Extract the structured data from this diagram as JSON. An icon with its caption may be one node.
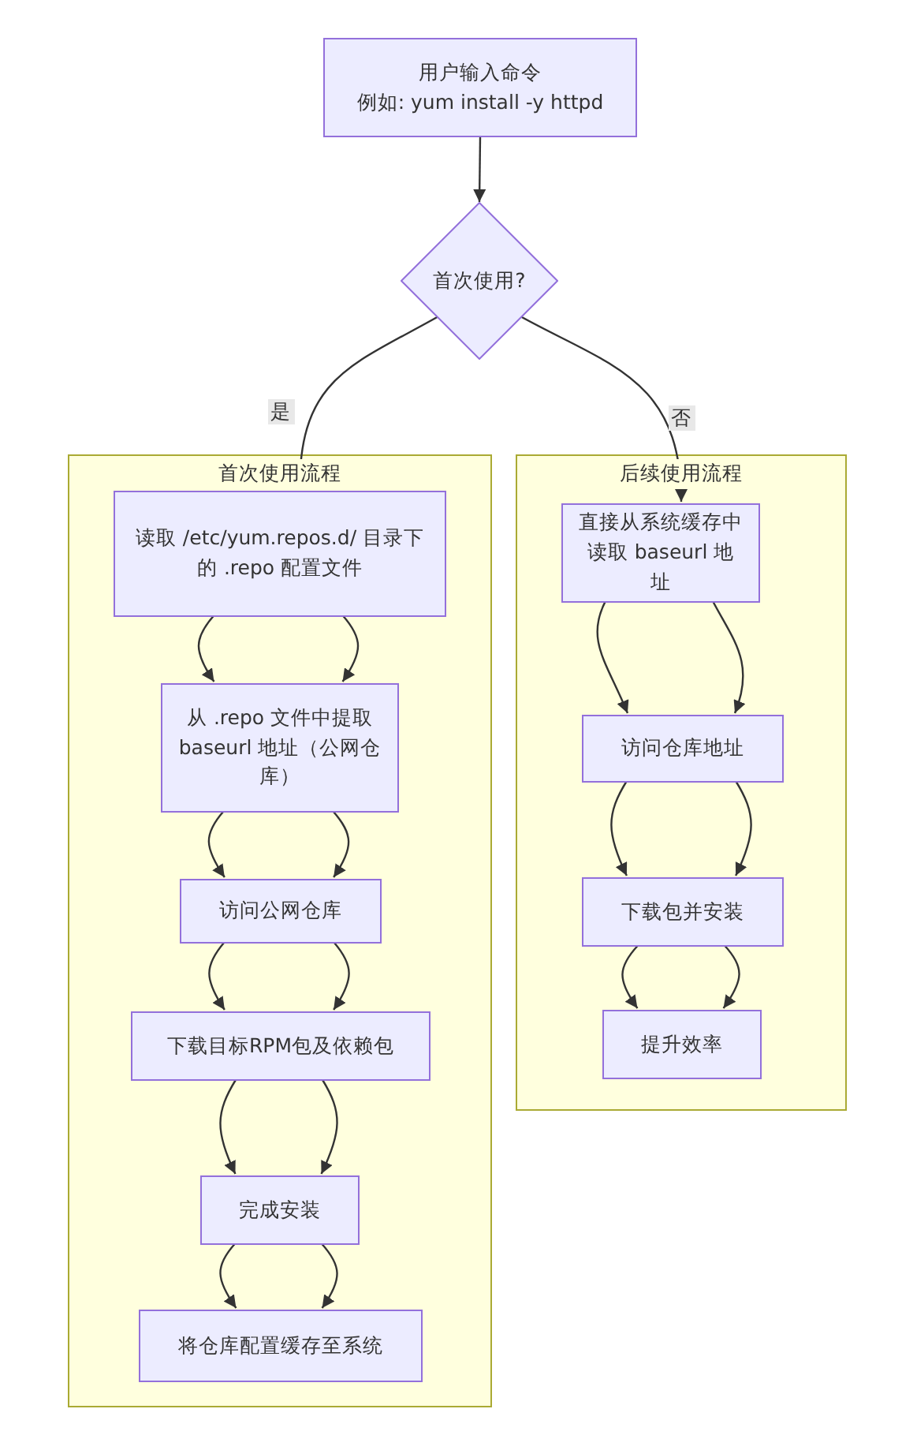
{
  "diagram": {
    "nodes": [
      {
        "text": [
          "用户输入命令",
          "例如: yum install -y httpd"
        ]
      },
      {
        "text": [
          "首次使用?"
        ]
      },
      {
        "text": [
          "首次使用流程"
        ]
      },
      {
        "text": [
          "读取 /etc/yum.repos.d/ 目录下的 .repo 配置文件"
        ],
        "in": 2
      },
      {
        "text": [
          "从 .repo 文件中提取 baseurl 地址（公网仓库）"
        ],
        "in": 2
      },
      {
        "text": [
          "访问公网仓库"
        ],
        "in": 2
      },
      {
        "text": [
          "下载目标RPM包及依赖包"
        ],
        "in": 2
      },
      {
        "text": [
          "完成安装"
        ],
        "in": 2
      },
      {
        "text": [
          "将仓库配置缓存至系统"
        ],
        "in": 2
      },
      {
        "text": [
          "后续使用流程"
        ]
      },
      {
        "text": [
          "直接从系统缓存中读取 baseurl 地址"
        ],
        "in": 9
      },
      {
        "text": [
          "访问仓库地址"
        ],
        "in": 9
      },
      {
        "text": [
          "下载包并安装"
        ],
        "in": 9
      },
      {
        "text": [
          "提升效率"
        ],
        "in": 9
      }
    ],
    "edges": [
      {
        "from": 0,
        "to": 1,
        "arrow": "to"
      },
      {
        "from": 1,
        "to": 3,
        "arrow": "to",
        "label": "是"
      },
      {
        "from": 1,
        "to": 10,
        "arrow": "to",
        "label": "否"
      },
      {
        "from": 3,
        "to": 4,
        "arrow": "to"
      },
      {
        "from": 3,
        "to": 4,
        "arrow": "to"
      },
      {
        "from": 4,
        "to": 5,
        "arrow": "to"
      },
      {
        "from": 4,
        "to": 5,
        "arrow": "to"
      },
      {
        "from": 5,
        "to": 6,
        "arrow": "to"
      },
      {
        "from": 5,
        "to": 6,
        "arrow": "to"
      },
      {
        "from": 6,
        "to": 7,
        "arrow": "to"
      },
      {
        "from": 6,
        "to": 7,
        "arrow": "to"
      },
      {
        "from": 7,
        "to": 8,
        "arrow": "to"
      },
      {
        "from": 7,
        "to": 8,
        "arrow": "to"
      },
      {
        "from": 10,
        "to": 11,
        "arrow": "to"
      },
      {
        "from": 10,
        "to": 11,
        "arrow": "to"
      },
      {
        "from": 11,
        "to": 12,
        "arrow": "to"
      },
      {
        "from": 11,
        "to": 12,
        "arrow": "to"
      },
      {
        "from": 12,
        "to": 13,
        "arrow": "to"
      },
      {
        "from": 12,
        "to": 13,
        "arrow": "to"
      }
    ]
  }
}
